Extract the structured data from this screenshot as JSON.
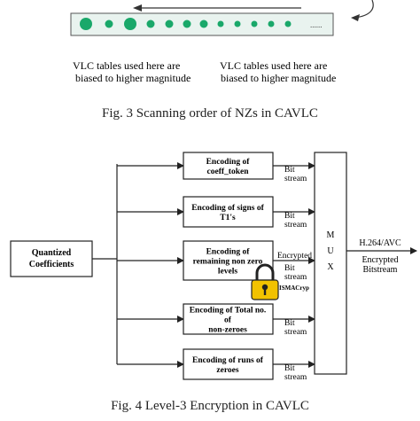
{
  "fig3": {
    "caption": "Fig. 3 Scanning order of NZs in CAVLC",
    "label_left": [
      "VLC tables used here are",
      "biased to higher magnitude"
    ],
    "label_right": [
      "VLC tables used here are",
      "biased to higher magnitude"
    ],
    "ellipsis": "......",
    "colors": {
      "dot": "#1aa86a",
      "bar_fill": "#e9f3ef"
    }
  },
  "fig4": {
    "caption": "Fig. 4 Level-3 Encryption in CAVLC",
    "input": [
      "Quantized",
      "Coefficients"
    ],
    "blocks": [
      {
        "lines": [
          "Encoding of",
          "coeff_token"
        ],
        "output": [
          "Bit",
          "stream"
        ]
      },
      {
        "lines": [
          "Encoding of signs of",
          "T1's"
        ],
        "output": [
          "Bit",
          "stream"
        ]
      },
      {
        "lines": [
          "Encoding of",
          "remaining non zero",
          "levels"
        ],
        "output": [
          "Bit",
          "stream"
        ],
        "encrypted_label": "Encrypted"
      },
      {
        "lines": [
          "Encoding of Total no.",
          "of",
          "non-zeroes"
        ],
        "output": [
          "Bit",
          "stream"
        ]
      },
      {
        "lines": [
          "Encoding of runs of",
          "zeroes"
        ],
        "output": [
          "Bit",
          "stream"
        ]
      }
    ],
    "mux": [
      "M",
      "U",
      "X"
    ],
    "output_label": "H.264/AVC",
    "output_sub": [
      "Encrypted",
      "Bitstream"
    ],
    "lock_label": "ISMACryp",
    "colors": {
      "lock": "#f2c200",
      "lock_dark": "#222222"
    }
  }
}
